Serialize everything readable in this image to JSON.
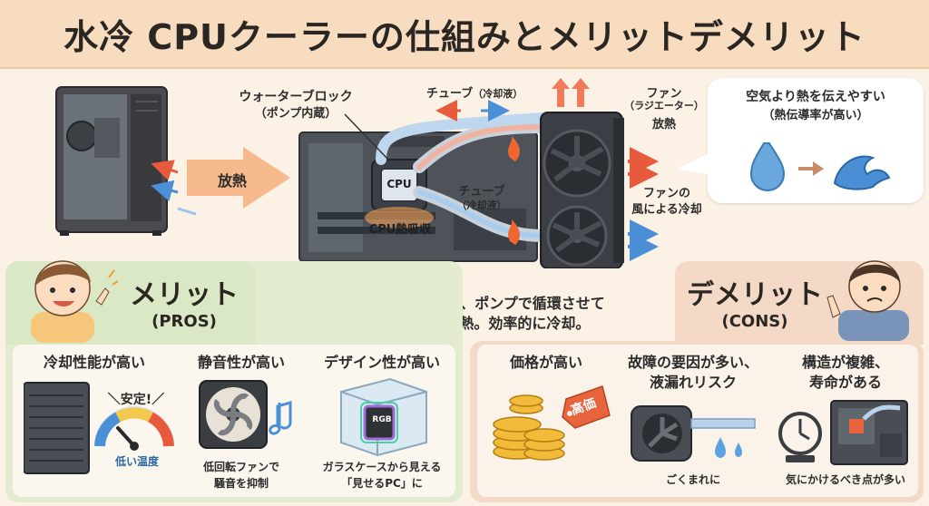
{
  "title": "水冷 CPUクーラーの仕組みとメリットデメリット",
  "diagram": {
    "heat_out": "放熱",
    "water_block": {
      "line1": "ウォーターブロック",
      "line2": "（ポンプ内蔵）"
    },
    "tube_top": {
      "name": "チューブ",
      "sub": "（冷却液）"
    },
    "tube_mid": {
      "name": "チューブ",
      "sub": "（冷却液）"
    },
    "fan": {
      "line1": "ファン",
      "line2": "（ラジエーター）",
      "line3": "放熱"
    },
    "fan_wind": {
      "line1": "ファンの",
      "line2": "風による冷却"
    },
    "cpu_chip": "CPU",
    "cpu_heat": "CPU熱吸収",
    "bubble": {
      "line1": "空気より熱を伝えやすい",
      "line2": "（熱伝導率が高い）"
    },
    "summary": {
      "line1": "冷却液が熱を吸収し、ポンプで循環させて",
      "line2": "ラジエーターで放熱。効率的に冷却。"
    }
  },
  "pros": {
    "title": "メリット",
    "subtitle": "(PROS)",
    "items": [
      {
        "title": "冷却性能が高い",
        "tag": "安定!",
        "caption": "低い温度"
      },
      {
        "title": "静音性が高い",
        "caption_line1": "低回転ファンで",
        "caption_line2": "騒音を抑制"
      },
      {
        "title": "デザイン性が高い",
        "chip": "RGB",
        "caption_line1": "ガラスケースから見える",
        "caption_line2": "「見せるPC」に"
      }
    ]
  },
  "cons": {
    "title": "デメリット",
    "subtitle": "(CONS)",
    "items": [
      {
        "title": "価格が高い",
        "tag": "高価"
      },
      {
        "title_line1": "故障の要因が多い、",
        "title_line2": "液漏れリスク",
        "caption": "ごくまれに"
      },
      {
        "title_line1": "構造が複雑、",
        "title_line2": "寿命がある",
        "caption": "気にかけるべき点が多い"
      }
    ]
  },
  "colors": {
    "hot": "#e85a3c",
    "cold": "#4b8fd6",
    "pros_bg": "#e3ecd0",
    "cons_bg": "#f3d9c6",
    "title_bg": "#f7dcc0"
  }
}
